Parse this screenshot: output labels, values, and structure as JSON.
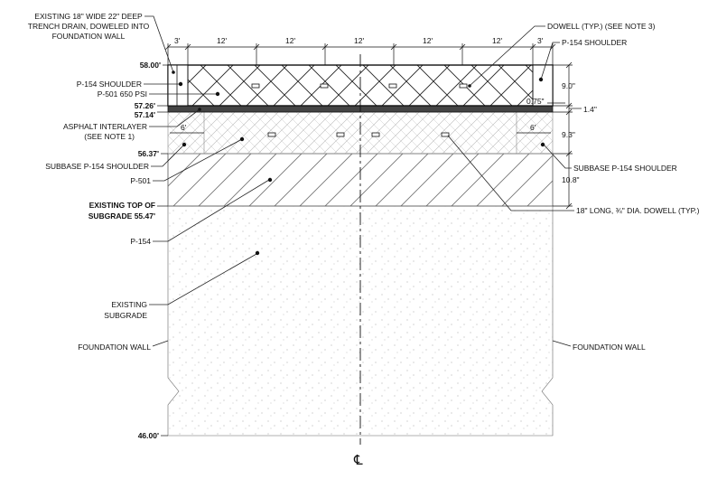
{
  "callouts": {
    "trench_drain": [
      "EXISTING 18\" WIDE 22\" DEEP",
      "TRENCH DRAIN, DOWELED INTO",
      "FOUNDATION WALL"
    ],
    "dowell_note": "DOWELL (TYP.) (SEE NOTE 3)",
    "p154_shoulder_right": "P-154 SHOULDER",
    "p154_shoulder_left": "P-154 SHOULDER",
    "p501_650": "P-501 650 PSI",
    "asphalt_interlayer": [
      "ASPHALT INTERLAYER",
      "(SEE NOTE 1)"
    ],
    "subbase_left": "SUBBASE P-154 SHOULDER",
    "subbase_right": "SUBBASE P-154 SHOULDER",
    "p501": "P-501",
    "p154": "P-154",
    "existing_subgrade": [
      "EXISTING",
      "SUBGRADE"
    ],
    "dowel_long": "18\" LONG, ¾\" DIA. DOWELL (TYP.)",
    "foundation_wall_left": "FOUNDATION WALL",
    "foundation_wall_right": "FOUNDATION WALL"
  },
  "elevations": {
    "e1": "58.00'",
    "e2": "57.26'",
    "e3": "57.14'",
    "e4": "56.37'",
    "e5_line1": "EXISTING TOP OF",
    "e5_line2": "SUBGRADE 55.47'",
    "e6": "46.00'"
  },
  "top_dims": [
    "3'",
    "12'",
    "12'",
    "12'",
    "12'",
    "12'",
    "3'"
  ],
  "shoulder_dims": {
    "left": "6'",
    "right": "6'"
  },
  "thickness_dims": {
    "t1": "9.0\"",
    "t2": "0.75\"",
    "t3": "1.4\"",
    "t4": "9.3\"",
    "t5": "10.8\""
  },
  "centerline_symbol": "℄"
}
